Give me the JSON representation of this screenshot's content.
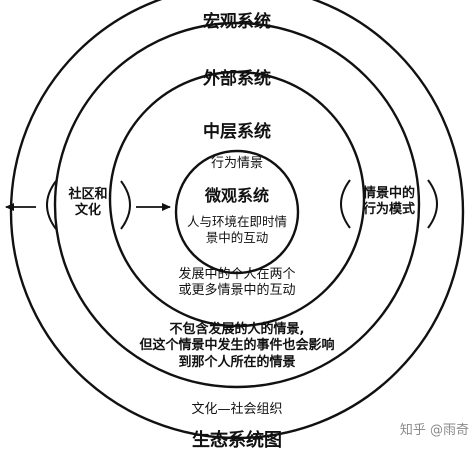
{
  "diagram": {
    "macro_label": "宏观系统",
    "exo_label": "外部系统",
    "meso_label": "中层系统",
    "micro_setting_label": "行为情景",
    "micro_label": "微观系统",
    "micro_desc": [
      "人与环境在即时情",
      "景中的互动"
    ],
    "left_label": [
      "社区和",
      "文化"
    ],
    "right_label": [
      "情景中的",
      "行为模式"
    ],
    "meso_desc": [
      "发展中的个人在两个",
      "或更多情景中的互动"
    ],
    "exo_desc": [
      "不包含发展的人的情景,",
      "但这个情景中发生的事件也会影响",
      "到那个人所在的情景"
    ],
    "culture_label": "文化—社会组织",
    "title": "生态系统图"
  },
  "watermark": {
    "text": "知乎 @雨奇"
  }
}
